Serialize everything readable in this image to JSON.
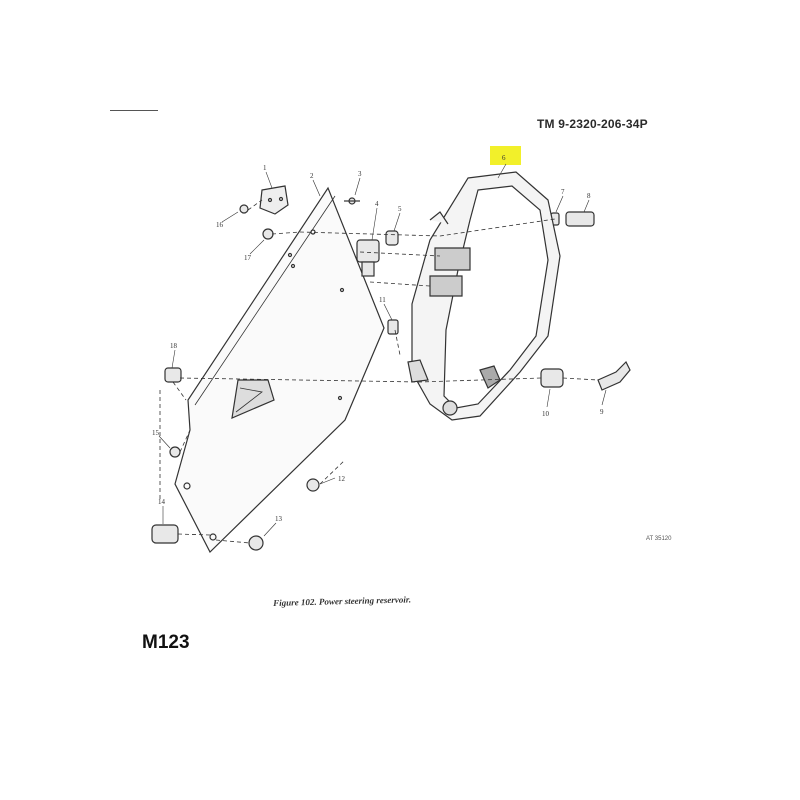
{
  "header": {
    "tm_number": "TM 9-2320-206-34P"
  },
  "figure": {
    "caption": "Figure 102. Power steering reservoir.",
    "art_number": "AT 35120"
  },
  "model_label": "M123",
  "highlight_color": "#f2f02a",
  "callouts": [
    {
      "id": "c1",
      "text": "1"
    },
    {
      "id": "c2",
      "text": "2"
    },
    {
      "id": "c3",
      "text": "3"
    },
    {
      "id": "c4",
      "text": "4"
    },
    {
      "id": "c5",
      "text": "5"
    },
    {
      "id": "c6",
      "text": "6"
    },
    {
      "id": "c7",
      "text": "7"
    },
    {
      "id": "c8",
      "text": "8"
    },
    {
      "id": "c9",
      "text": "9"
    },
    {
      "id": "c10",
      "text": "10"
    },
    {
      "id": "c11",
      "text": "11"
    },
    {
      "id": "c12",
      "text": "12"
    },
    {
      "id": "c13",
      "text": "13"
    },
    {
      "id": "c14",
      "text": "14"
    },
    {
      "id": "c15",
      "text": "15"
    },
    {
      "id": "c16",
      "text": "16"
    },
    {
      "id": "c17",
      "text": "17"
    },
    {
      "id": "c18",
      "text": "18"
    }
  ]
}
